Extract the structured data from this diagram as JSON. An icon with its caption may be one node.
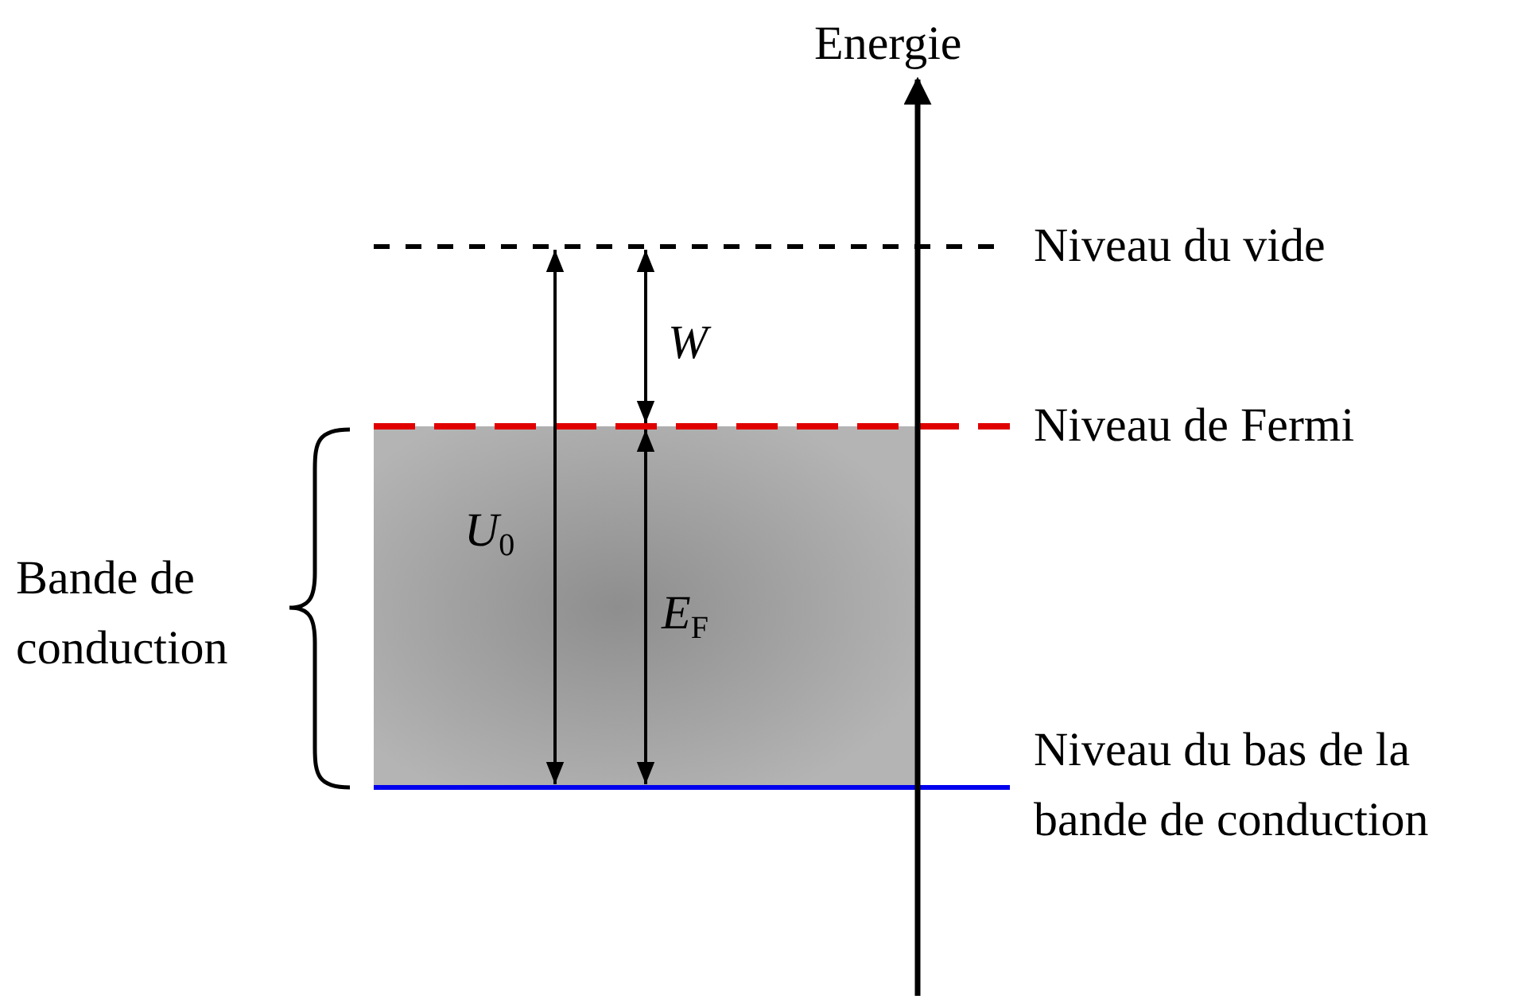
{
  "diagram": {
    "labels": [
      "Energie",
      "Niveau du vide",
      "W",
      "Niveau de Fermi",
      "*U*$_{0}$",
      "Bande de conduction",
      "*E*$_{F}$",
      "Niveau du bas de la bande de conduction"
    ]
  }
}
